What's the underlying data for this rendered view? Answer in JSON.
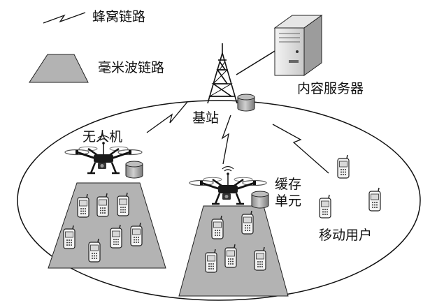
{
  "legend": {
    "cellular_link": "蜂窝链路",
    "mmwave_link": "毫米波链路"
  },
  "labels": {
    "content_server": "内容服务器",
    "base_station": "基站",
    "uav": "无人机",
    "cache_unit_line1": "缓存",
    "cache_unit_line2": "单元",
    "mobile_users": "移动用户"
  },
  "icons": [
    "lightning-icon",
    "server-icon",
    "tower-icon",
    "drone-icon",
    "cache-cylinder-icon",
    "mobile-phone-icon"
  ]
}
